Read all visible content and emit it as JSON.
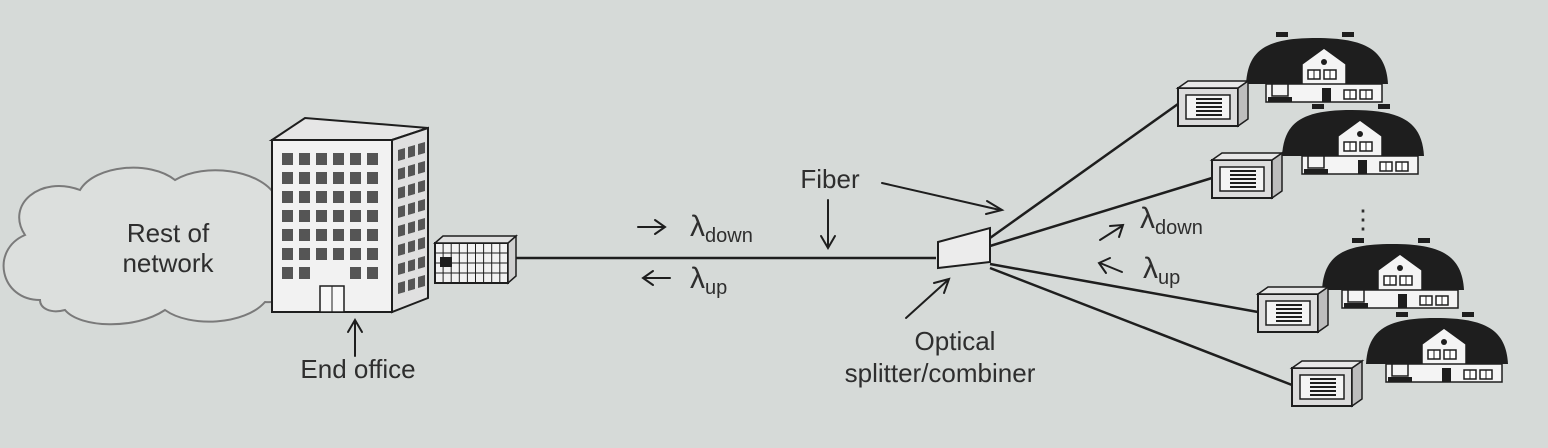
{
  "cloud": {
    "line1": "Rest of",
    "line2": "network"
  },
  "end_office": {
    "label": "End office"
  },
  "fiber": {
    "label": "Fiber"
  },
  "splitter": {
    "line1": "Optical",
    "line2": "splitter/combiner"
  },
  "wavelengths": {
    "symbol": "λ",
    "down": "down",
    "up": "up"
  },
  "ellipsis": "⋮",
  "colors": {
    "background": "#d6dad8",
    "ink": "#1e1e1e",
    "building": "#f2f2f2",
    "window": "#555555"
  }
}
